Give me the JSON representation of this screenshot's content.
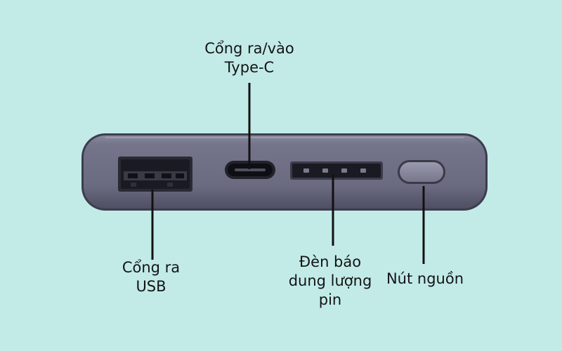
{
  "title": "",
  "callouts": {
    "typec_port": {
      "line1": "Cổng ra/vào",
      "line2": "Type-C"
    },
    "usb_port": {
      "line1": "Cổng ra",
      "line2": "USB"
    },
    "battery_indicator": {
      "line1": "Đèn báo",
      "line2": "dung lượng",
      "line3": "pin"
    },
    "power_button": {
      "line1": "Nút nguồn"
    }
  },
  "colors": {
    "background": "#c2ebe8",
    "device_body": "#6e6e83",
    "leader_lines": "#111111"
  },
  "battery_indicator_led_count": 4
}
